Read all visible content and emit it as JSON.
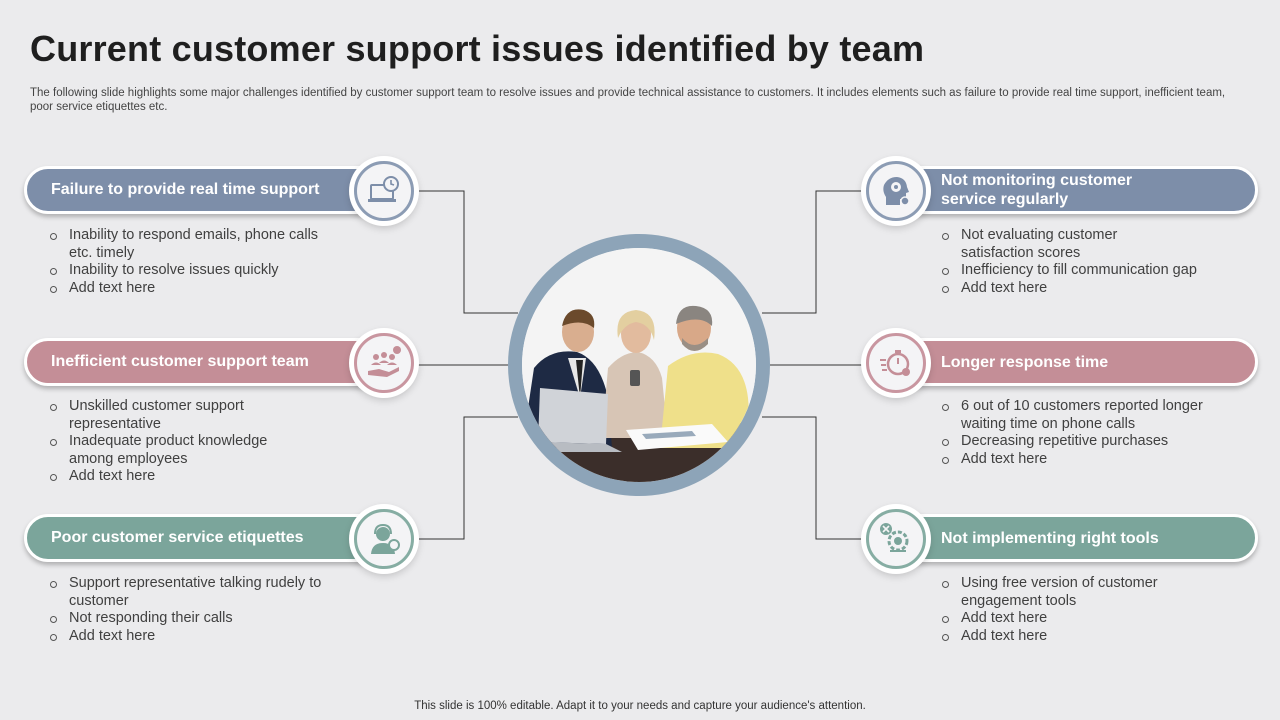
{
  "title": "Current customer support issues identified by team",
  "subtitle": "The following slide highlights some major challenges identified by customer support team to resolve issues and provide technical assistance to customers. It includes elements such as failure to provide real time support, inefficient team, poor service etiquettes etc.",
  "footer": "This slide is 100% editable. Adapt it to your needs and capture your audience's attention.",
  "colors": {
    "blue": "#7d8ea9",
    "rose": "#c48e97",
    "green": "#7ba59b",
    "ring": "#8da4b8"
  },
  "left_items": [
    {
      "title": "Failure to provide real time support",
      "icon": "laptop-clock-icon",
      "bullets": [
        "Inability to respond emails, phone calls etc. timely",
        "Inability to resolve issues quickly",
        "Add text here"
      ]
    },
    {
      "title": "Inefficient customer support team",
      "icon": "team-hand-icon",
      "bullets": [
        "Unskilled customer support representative",
        "Inadequate product knowledge among employees",
        "Add text here"
      ]
    },
    {
      "title": "Poor customer service etiquettes",
      "icon": "headset-agent-icon",
      "bullets": [
        "Support representative talking rudely to customer",
        "Not responding their calls",
        "Add text here"
      ]
    }
  ],
  "right_items": [
    {
      "title": "Not monitoring customer service regularly",
      "icon": "head-gear-icon",
      "bullets": [
        "Not evaluating customer satisfaction scores",
        "Inefficiency to fill communication gap",
        "Add text here"
      ]
    },
    {
      "title": "Longer response time",
      "icon": "stopwatch-icon",
      "bullets": [
        "6 out of 10 customers reported longer waiting time on phone calls",
        "Decreasing repetitive purchases",
        "Add text here"
      ]
    },
    {
      "title": "Not implementing right tools",
      "icon": "tools-gear-icon",
      "bullets": [
        "Using free version of customer engagement tools",
        "Add text here",
        "Add text here"
      ]
    }
  ]
}
